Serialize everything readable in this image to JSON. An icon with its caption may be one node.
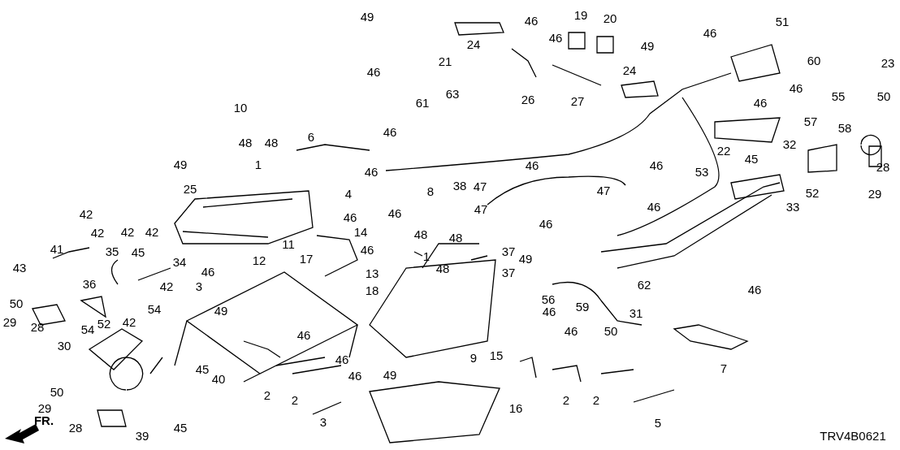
{
  "diagram": {
    "labels": [
      "49",
      "46",
      "19",
      "20",
      "51",
      "46",
      "46",
      "24",
      "49",
      "60",
      "23",
      "21",
      "24",
      "46",
      "63",
      "26",
      "27",
      "46",
      "61",
      "55",
      "50",
      "46",
      "10",
      "57",
      "58",
      "6",
      "46",
      "22",
      "48",
      "48",
      "32",
      "1",
      "45",
      "49",
      "46",
      "38",
      "46",
      "46",
      "47",
      "47",
      "53",
      "28",
      "25",
      "4",
      "52",
      "8",
      "29",
      "33",
      "47",
      "46",
      "14",
      "46",
      "46",
      "42",
      "42",
      "48",
      "41",
      "42",
      "42",
      "35",
      "45",
      "48",
      "34",
      "1",
      "11",
      "17",
      "37",
      "46",
      "43",
      "12",
      "13",
      "49",
      "36",
      "37",
      "48",
      "46",
      "3",
      "42",
      "18",
      "62",
      "56",
      "59",
      "50",
      "49",
      "31",
      "54",
      "46",
      "46",
      "29",
      "28",
      "54",
      "42",
      "52",
      "50",
      "30",
      "46",
      "46",
      "15",
      "9",
      "46",
      "7",
      "46",
      "49",
      "46",
      "40",
      "50",
      "2",
      "2",
      "2",
      "2",
      "16",
      "29",
      "45",
      "3",
      "5",
      "FR.",
      "45",
      "28",
      "39",
      "TRV4B0621"
    ]
  }
}
